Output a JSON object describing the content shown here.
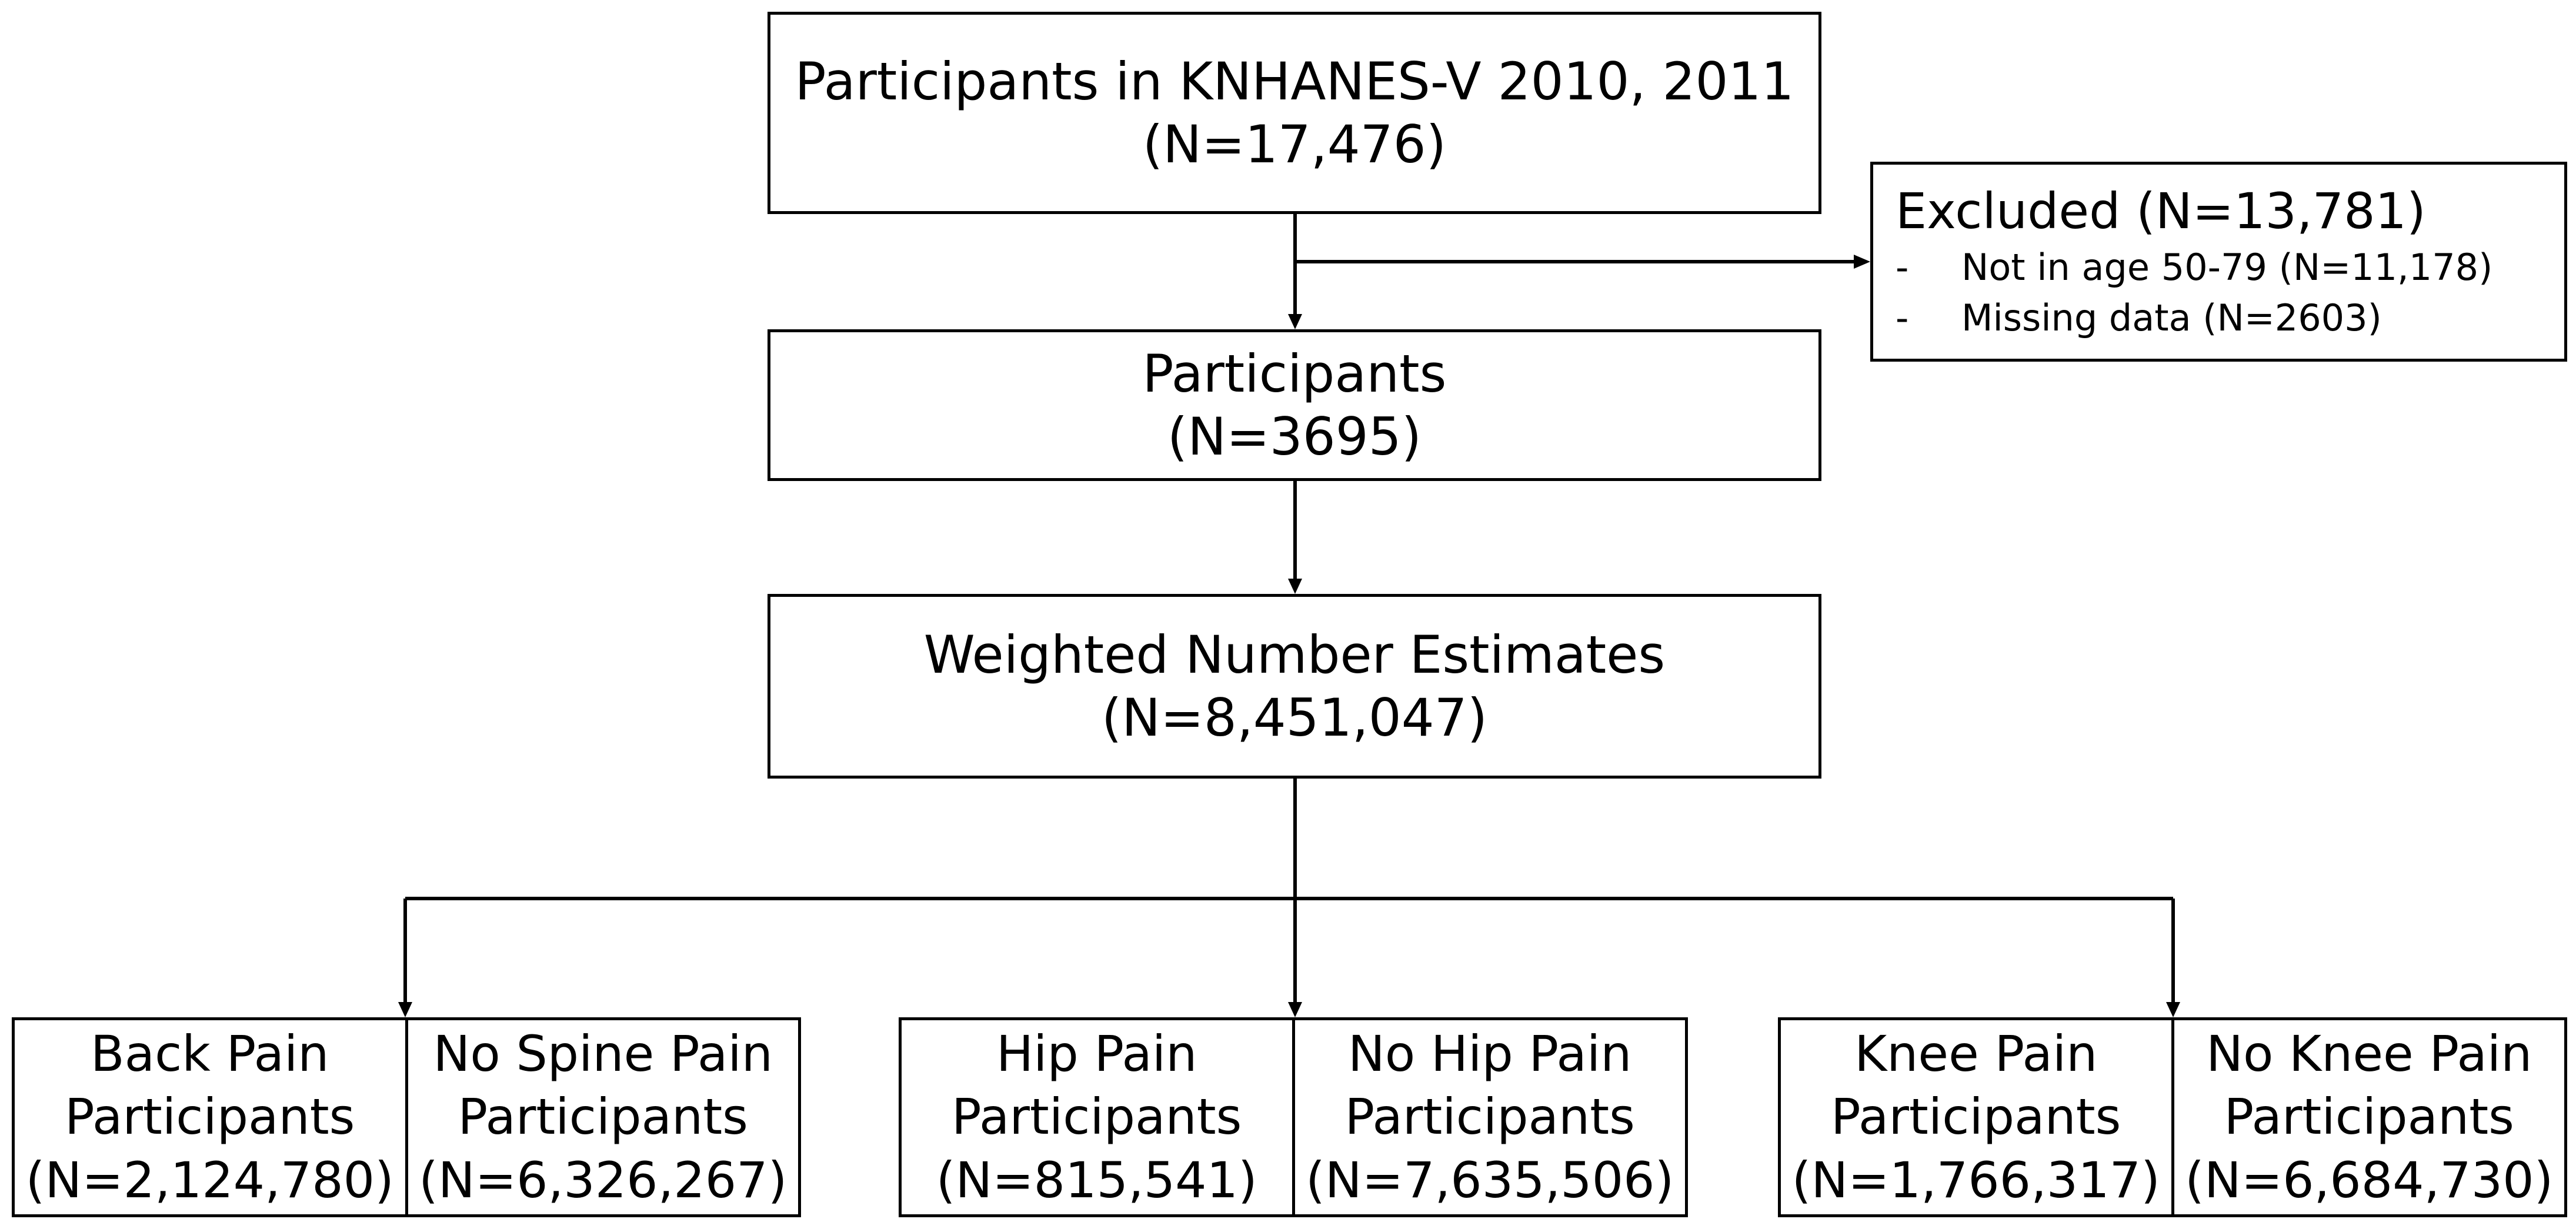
{
  "flowchart": {
    "total": {
      "line1": "Participants in KNHANES-V 2010, 2011",
      "line2": "(N=17,476)"
    },
    "excluded": {
      "title": "Excluded (N=13,781)",
      "items": [
        {
          "bullet": "-",
          "text": "Not in age 50-79 (N=11,178)"
        },
        {
          "bullet": "-",
          "text": "Missing data (N=2603)"
        }
      ]
    },
    "participants": {
      "line1": "Participants",
      "line2": "(N=3695)"
    },
    "weighted": {
      "line1": "Weighted Number Estimates",
      "line2": "(N=8,451,047)"
    },
    "groups": [
      {
        "pain": {
          "line1": "Back Pain",
          "line2": "Participants",
          "line3": "(N=2,124,780)"
        },
        "no_pain": {
          "line1": "No Spine Pain",
          "line2": "Participants",
          "line3": "(N=6,326,267)"
        }
      },
      {
        "pain": {
          "line1": "Hip Pain",
          "line2": "Participants",
          "line3": "(N=815,541)"
        },
        "no_pain": {
          "line1": "No Hip Pain",
          "line2": "Participants",
          "line3": "(N=7,635,506)"
        }
      },
      {
        "pain": {
          "line1": "Knee Pain",
          "line2": "Participants",
          "line3": "(N=1,766,317)"
        },
        "no_pain": {
          "line1": "No Knee Pain",
          "line2": "Participants",
          "line3": "(N=6,684,730)"
        }
      }
    ]
  },
  "colors": {
    "line": "#000000",
    "background": "#ffffff",
    "text": "#000000"
  }
}
